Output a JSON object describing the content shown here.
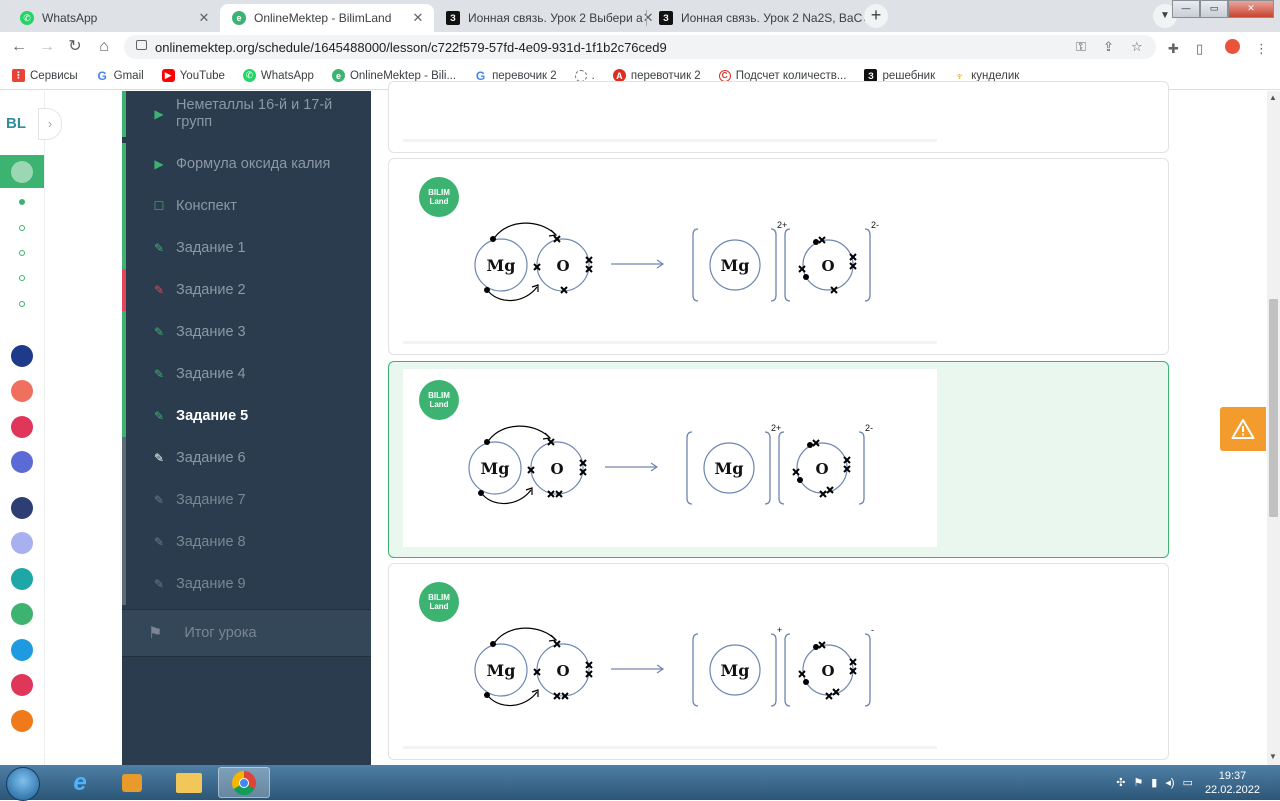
{
  "browser": {
    "tabs": [
      {
        "title": "WhatsApp",
        "icon": "whatsapp-icon",
        "active": false
      },
      {
        "title": "OnlineMektep - BilimLand",
        "icon": "onlinemektep-icon",
        "active": true
      },
      {
        "title": "Ионная связь. Урок 2 Выбери а",
        "icon": "znanija-icon",
        "active": false
      },
      {
        "title": "Ионная связь. Урок 2 Na2S, BaC",
        "icon": "znanija-icon",
        "active": false
      }
    ],
    "url": "onlinemektep.org/schedule/1645488000/lesson/c722f579-57fd-4e09-931d-1f1b2c76ced9",
    "bookmarks": [
      {
        "label": "Сервисы",
        "icon": "apps-grid-icon",
        "color": "#ea4335"
      },
      {
        "label": "Gmail",
        "icon": "google-icon",
        "color": "#4285f4"
      },
      {
        "label": "YouTube",
        "icon": "youtube-icon",
        "color": "#ff0000"
      },
      {
        "label": "WhatsApp",
        "icon": "whatsapp-icon",
        "color": "#25d366"
      },
      {
        "label": "OnlineMektep - Bili...",
        "icon": "onlinemektep-icon",
        "color": "#3cb371"
      },
      {
        "label": "перевочик 2",
        "icon": "google-icon",
        "color": "#4285f4"
      },
      {
        "label": ".",
        "icon": "loading-icon",
        "color": "#777777"
      },
      {
        "label": "перевотчик 2",
        "icon": "translate-icon",
        "color": "#d93025"
      },
      {
        "label": "Подсчет количеств...",
        "icon": "copyright-icon",
        "color": "#d93025"
      },
      {
        "label": "решебник",
        "icon": "znanija-icon",
        "color": "#111111"
      },
      {
        "label": "кунделик",
        "icon": "kundelik-icon",
        "color": "#e3a400"
      }
    ]
  },
  "rail": {
    "logo": "BL"
  },
  "sidebar": {
    "items": [
      {
        "label": "Неметаллы 16-й и 17-й групп",
        "icon": "play-icon",
        "state": "done"
      },
      {
        "label": "Формула оксида калия",
        "icon": "play-icon",
        "state": "done"
      },
      {
        "label": "Конспект",
        "icon": "book-icon",
        "state": "done"
      },
      {
        "label": "Задание 1",
        "icon": "edit-icon",
        "state": "done"
      },
      {
        "label": "Задание 2",
        "icon": "edit-icon",
        "state": "wrong"
      },
      {
        "label": "Задание 3",
        "icon": "edit-icon",
        "state": "done"
      },
      {
        "label": "Задание 4",
        "icon": "edit-icon",
        "state": "done"
      },
      {
        "label": "Задание 5",
        "icon": "edit-icon",
        "state": "current"
      },
      {
        "label": "Задание 6",
        "icon": "edit-icon",
        "state": "open"
      },
      {
        "label": "Задание 7",
        "icon": "edit-icon",
        "state": "locked"
      },
      {
        "label": "Задание 8",
        "icon": "edit-icon",
        "state": "locked"
      },
      {
        "label": "Задание 9",
        "icon": "edit-icon",
        "state": "locked"
      }
    ],
    "final": "Итог урока"
  },
  "options": [
    {
      "badge": "BILIM Land",
      "selected": false,
      "cation_charge": "2+",
      "anion_charge": "2-",
      "arrow_label": ""
    },
    {
      "badge": "BILIM Land",
      "selected": true,
      "cation_charge": "2+",
      "anion_charge": "2-",
      "arrow_label": ""
    },
    {
      "badge": "BILIM Land",
      "selected": false,
      "cation_charge": "+",
      "anion_charge": "-",
      "arrow_label": ""
    }
  ],
  "diagram_text": {
    "metal": "Mg",
    "nonmetal": "O"
  },
  "taskbar": {
    "time": "19:37",
    "date": "22.02.2022"
  },
  "colors": {
    "accent": "#3cb371",
    "sidebar_bg": "#2a3c4d",
    "alert": "#f39c2d",
    "wrong": "#e0475d"
  }
}
